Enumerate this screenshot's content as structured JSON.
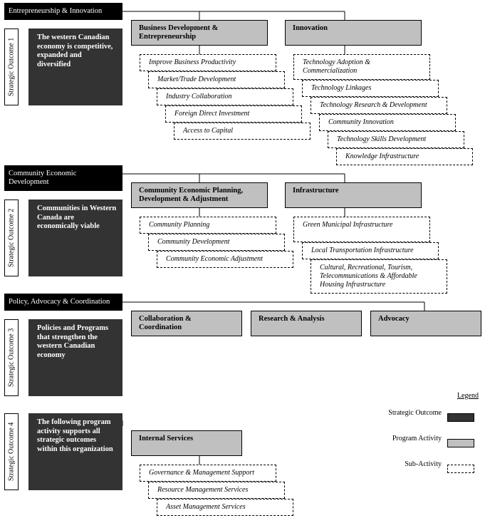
{
  "sections": [
    {
      "id": "s1",
      "header": "Entrepreneurship & Innovation",
      "so_label": "Strategic Outcome 1",
      "outcome": "The western Canadian economy is competitive, expanded and diversified",
      "program_activities": [
        {
          "label": "Business Development & Entrepreneurship",
          "sub_activities": [
            "Improve Business Productivity",
            "Market/Trade Development",
            "Industry Collaboration",
            "Foreign Direct Investment",
            "Access to Capital"
          ]
        },
        {
          "label": "Innovation",
          "sub_activities": [
            "Technology Adoption & Commercialization",
            "Technology Linkages",
            "Technology Research & Development",
            "Community Innovation",
            "Technology Skills Development",
            "Knowledge Infrastructure"
          ]
        }
      ]
    },
    {
      "id": "s2",
      "header": "Community Economic Development",
      "so_label": "Strategic Outcome 2",
      "outcome": "Communities in Western Canada are economically viable",
      "program_activities": [
        {
          "label": "Community Economic Planning, Development & Adjustment",
          "sub_activities": [
            "Community Planning",
            "Community Development",
            "Community Economic Adjustment"
          ]
        },
        {
          "label": "Infrastructure",
          "sub_activities": [
            "Green Municipal Infrastructure",
            "Local Transportation Infrastructure",
            "Cultural, Recreational, Tourism, Telecommunications & Affordable Housing Infrastructure"
          ]
        }
      ]
    },
    {
      "id": "s3",
      "header": "Policy, Advocacy & Coordination",
      "so_label": "Strategic Outcome 3",
      "outcome": "Policies and Programs that strengthen the western Canadian economy",
      "program_activities": [
        {
          "label": "Collaboration & Coordination",
          "sub_activities": []
        },
        {
          "label": "Research & Analysis",
          "sub_activities": []
        },
        {
          "label": "Advocacy",
          "sub_activities": []
        }
      ]
    },
    {
      "id": "s4",
      "header": "",
      "so_label": "Strategic Outcome 4",
      "outcome": "The following program activity supports all strategic outcomes within this organization",
      "program_activities": [
        {
          "label": "Internal Services",
          "sub_activities": [
            "Governance & Management Support",
            "Resource Management Services",
            "Asset Management Services"
          ]
        }
      ]
    }
  ],
  "legend": {
    "title": "Legend",
    "items": [
      {
        "label": "Strategic Outcome",
        "color": "#333333",
        "style": "solid"
      },
      {
        "label": "Program Activity",
        "color": "#c0c0c0",
        "style": "solid"
      },
      {
        "label": "Sub-Activity",
        "color": "#ffffff",
        "style": "dashed"
      }
    ]
  }
}
